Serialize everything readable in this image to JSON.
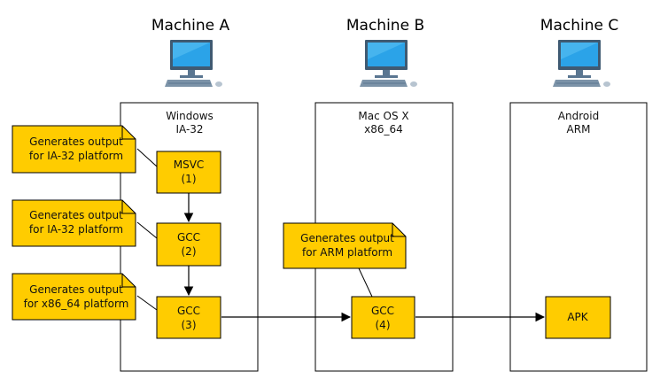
{
  "machines": [
    {
      "name": "Machine A",
      "system": [
        "Windows",
        "IA-32"
      ]
    },
    {
      "name": "Machine B",
      "system": [
        "Mac OS X",
        "x86_64"
      ]
    },
    {
      "name": "Machine C",
      "system": [
        "Android",
        "ARM"
      ]
    }
  ],
  "compilers": [
    {
      "label": [
        "MSVC",
        "(1)"
      ]
    },
    {
      "label": [
        "GCC",
        "(2)"
      ]
    },
    {
      "label": [
        "GCC",
        "(3)"
      ]
    },
    {
      "label": [
        "GCC",
        "(4)"
      ]
    },
    {
      "label": [
        "APK"
      ]
    }
  ],
  "notes": [
    {
      "text": [
        "Generates output",
        "for IA-32 platform"
      ]
    },
    {
      "text": [
        "Generates output",
        "for IA-32 platform"
      ]
    },
    {
      "text": [
        "Generates output",
        "for x86_64 platform"
      ]
    },
    {
      "text": [
        "Generates output",
        "for ARM platform"
      ]
    }
  ],
  "colors": {
    "box_fill": "#ffcc00",
    "box_stroke": "#000000",
    "monitor_body": "#5a7691",
    "monitor_screen": "#2ba3e8",
    "monitor_dark": "#3f5a72"
  },
  "icons": [
    "desktop-computer-icon"
  ]
}
